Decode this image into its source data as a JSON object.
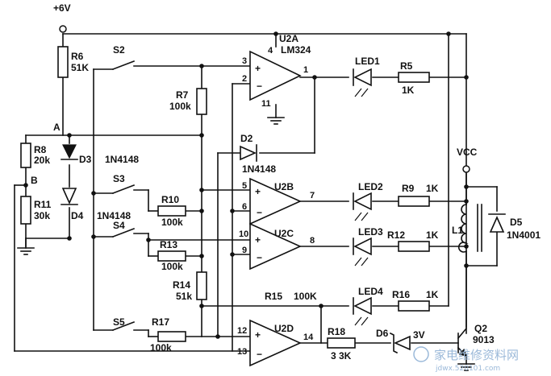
{
  "supply": {
    "label": "+6V",
    "vcc_label": "VCC"
  },
  "nodes": {
    "a": "A",
    "b": "B"
  },
  "opamps": {
    "u2a": {
      "name": "U2A",
      "part": "LM324",
      "pin_noninv": "3",
      "pin_inv": "2",
      "pin_out": "1",
      "pin_vcc": "4",
      "pin_gnd": "11"
    },
    "u2b": {
      "name": "U2B",
      "pin_noninv": "5",
      "pin_inv": "6",
      "pin_out": "7"
    },
    "u2c": {
      "name": "U2C",
      "pin_noninv": "10",
      "pin_inv": "9",
      "pin_out": "8"
    },
    "u2d": {
      "name": "U2D",
      "pin_noninv": "12",
      "pin_inv": "13",
      "pin_out": "14"
    }
  },
  "resistors": {
    "r6": {
      "name": "R6",
      "value": "51K"
    },
    "r7": {
      "name": "R7",
      "value": "100k"
    },
    "r8": {
      "name": "R8",
      "value": "20k"
    },
    "r11": {
      "name": "R11",
      "value": "30k"
    },
    "r5": {
      "name": "R5",
      "value": "1K"
    },
    "r9": {
      "name": "R9",
      "value": "1K"
    },
    "r10": {
      "name": "R10",
      "value": "100k"
    },
    "r12": {
      "name": "R12",
      "value": "1K"
    },
    "r13": {
      "name": "R13",
      "value": "100k"
    },
    "r14": {
      "name": "R14",
      "value": "51k"
    },
    "r15": {
      "name": "R15",
      "value": "100K"
    },
    "r16": {
      "name": "R16",
      "value": "1K"
    },
    "r17": {
      "name": "R17",
      "value": "100k"
    },
    "r18": {
      "name": "R18",
      "value": "3 3K"
    }
  },
  "diodes": {
    "d2": {
      "name": "D2",
      "part": "1N4148"
    },
    "d3": {
      "name": "D3",
      "part": "1N4148"
    },
    "d4": {
      "name": "D4",
      "part": "1N4148"
    },
    "d5": {
      "name": "D5",
      "part": "1N4001"
    },
    "d6": {
      "name": "D6",
      "value": "3V"
    }
  },
  "leds": {
    "led1": "LED1",
    "led2": "LED2",
    "led3": "LED3",
    "led4": "LED4"
  },
  "switches": {
    "s2": "S2",
    "s3": "S3",
    "s4": "S4",
    "s5": "S5"
  },
  "relay": {
    "coil": "L1"
  },
  "transistor": {
    "name": "Q2",
    "part": "9013"
  },
  "watermark": {
    "text": "家电维修资料网",
    "url": "jdwx.520101.com"
  },
  "colors": {
    "ink": "#111111",
    "watermark": "#9bb9d9"
  }
}
